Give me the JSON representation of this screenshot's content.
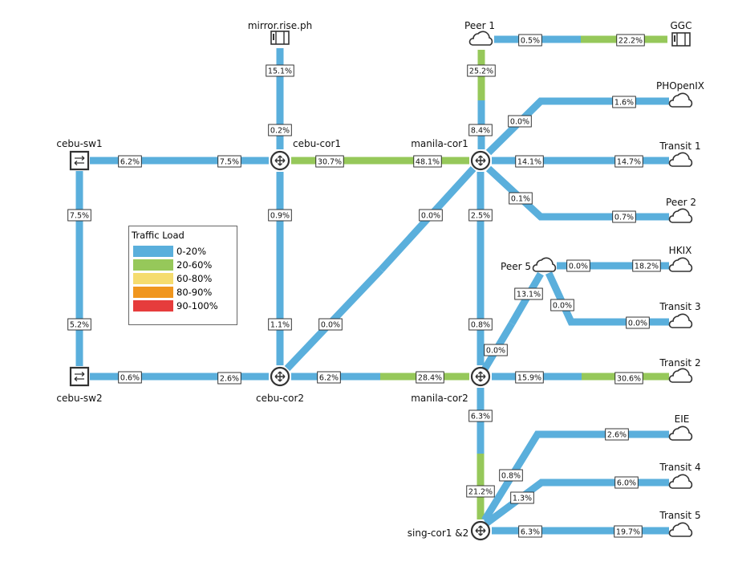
{
  "legend": {
    "title": "Traffic Load",
    "items": [
      {
        "label": "0-20%",
        "color": "#5aafdc"
      },
      {
        "label": "20-60%",
        "color": "#96c85a"
      },
      {
        "label": "60-80%",
        "color": "#f5dc6e"
      },
      {
        "label": "80-90%",
        "color": "#f0961e"
      },
      {
        "label": "90-100%",
        "color": "#e63c3c"
      }
    ]
  },
  "colors": {
    "low": "#5aafdc",
    "mid": "#96c85a"
  },
  "nodes": [
    {
      "id": "mirror",
      "label": "mirror.rise.ph",
      "icon": "server-icon"
    },
    {
      "id": "peer1",
      "label": "Peer 1",
      "icon": "cloud-icon"
    },
    {
      "id": "ggc",
      "label": "GGC",
      "icon": "server-icon"
    },
    {
      "id": "phopenix",
      "label": "PHOpenIX",
      "icon": "cloud-icon"
    },
    {
      "id": "cebusw1",
      "label": "cebu-sw1",
      "icon": "switch-icon"
    },
    {
      "id": "cebucor1",
      "label": "cebu-cor1",
      "icon": "router-icon"
    },
    {
      "id": "manilacor1",
      "label": "manila-cor1",
      "icon": "router-icon"
    },
    {
      "id": "transit1",
      "label": "Transit 1",
      "icon": "cloud-icon"
    },
    {
      "id": "peer2",
      "label": "Peer 2",
      "icon": "cloud-icon"
    },
    {
      "id": "peer5",
      "label": "Peer 5",
      "icon": "cloud-icon"
    },
    {
      "id": "hkix",
      "label": "HKIX",
      "icon": "cloud-icon"
    },
    {
      "id": "transit3",
      "label": "Transit 3",
      "icon": "cloud-icon"
    },
    {
      "id": "transit2",
      "label": "Transit 2",
      "icon": "cloud-icon"
    },
    {
      "id": "cebusw2",
      "label": "cebu-sw2",
      "icon": "switch-icon"
    },
    {
      "id": "cebucor2",
      "label": "cebu-cor2",
      "icon": "router-icon"
    },
    {
      "id": "manilacor2",
      "label": "manila-cor2",
      "icon": "router-icon"
    },
    {
      "id": "eie",
      "label": "EIE",
      "icon": "cloud-icon"
    },
    {
      "id": "transit4",
      "label": "Transit 4",
      "icon": "cloud-icon"
    },
    {
      "id": "transit5",
      "label": "Transit 5",
      "icon": "cloud-icon"
    },
    {
      "id": "singcor",
      "label": "sing-cor1 &2",
      "icon": "router-icon"
    }
  ],
  "links": [
    {
      "id": "peer1-ggc",
      "labels": [
        "0.5%",
        "22.2%"
      ],
      "load": [
        "low",
        "mid"
      ]
    },
    {
      "id": "peer1-manilacor1",
      "labels": [
        "25.2%",
        "8.4%"
      ],
      "load": [
        "mid",
        "low"
      ]
    },
    {
      "id": "mirror-cebucor1",
      "labels": [
        "15.1%",
        "0.2%"
      ],
      "load": [
        "low",
        "low"
      ]
    },
    {
      "id": "manilacor1-phopenix",
      "labels": [
        "0.0%",
        "1.6%"
      ],
      "load": [
        "low",
        "low"
      ]
    },
    {
      "id": "cebusw1-cebucor1",
      "labels": [
        "6.2%",
        "7.5%"
      ],
      "load": [
        "low",
        "low"
      ]
    },
    {
      "id": "cebucor1-manilacor1",
      "labels": [
        "30.7%",
        "48.1%"
      ],
      "load": [
        "mid",
        "mid"
      ]
    },
    {
      "id": "manilacor1-transit1",
      "labels": [
        "14.1%",
        "14.7%"
      ],
      "load": [
        "low",
        "low"
      ]
    },
    {
      "id": "manilacor1-peer2",
      "labels": [
        "0.1%",
        "0.7%"
      ],
      "load": [
        "low",
        "low"
      ]
    },
    {
      "id": "cebusw1-cebusw2",
      "labels": [
        "7.5%",
        "5.2%"
      ],
      "load": [
        "low",
        "low"
      ]
    },
    {
      "id": "cebucor1-cebucor2",
      "labels": [
        "0.9%",
        "1.1%"
      ],
      "load": [
        "low",
        "low"
      ]
    },
    {
      "id": "manilacor1-cebucor2",
      "labels": [
        "0.0%",
        "0.0%"
      ],
      "load": [
        "low",
        "low"
      ]
    },
    {
      "id": "manilacor1-manilacor2",
      "labels": [
        "2.5%",
        "0.8%"
      ],
      "load": [
        "low",
        "low"
      ]
    },
    {
      "id": "peer5-hkix",
      "labels": [
        "0.0%",
        "18.2%"
      ],
      "load": [
        "low",
        "low"
      ]
    },
    {
      "id": "peer5-transit3",
      "labels": [
        "0.0%",
        "0.0%"
      ],
      "load": [
        "low",
        "low"
      ]
    },
    {
      "id": "peer5-manilacor2",
      "labels": [
        "13.1%",
        "0.0%"
      ],
      "load": [
        "low",
        "low"
      ]
    },
    {
      "id": "cebusw2-cebucor2",
      "labels": [
        "0.6%",
        "2.6%"
      ],
      "load": [
        "low",
        "low"
      ]
    },
    {
      "id": "cebucor2-manilacor2",
      "labels": [
        "6.2%",
        "28.4%"
      ],
      "load": [
        "low",
        "mid"
      ]
    },
    {
      "id": "manilacor2-transit2",
      "labels": [
        "15.9%",
        "30.6%"
      ],
      "load": [
        "low",
        "mid"
      ]
    },
    {
      "id": "manilacor2-singcor",
      "labels": [
        "6.3%",
        "21.2%"
      ],
      "load": [
        "low",
        "mid"
      ]
    },
    {
      "id": "singcor-eie",
      "labels": [
        "0.8%",
        "2.6%"
      ],
      "load": [
        "low",
        "low"
      ]
    },
    {
      "id": "singcor-transit4",
      "labels": [
        "1.3%",
        "6.0%"
      ],
      "load": [
        "low",
        "low"
      ]
    },
    {
      "id": "singcor-transit5",
      "labels": [
        "6.3%",
        "19.7%"
      ],
      "load": [
        "low",
        "low"
      ]
    }
  ]
}
